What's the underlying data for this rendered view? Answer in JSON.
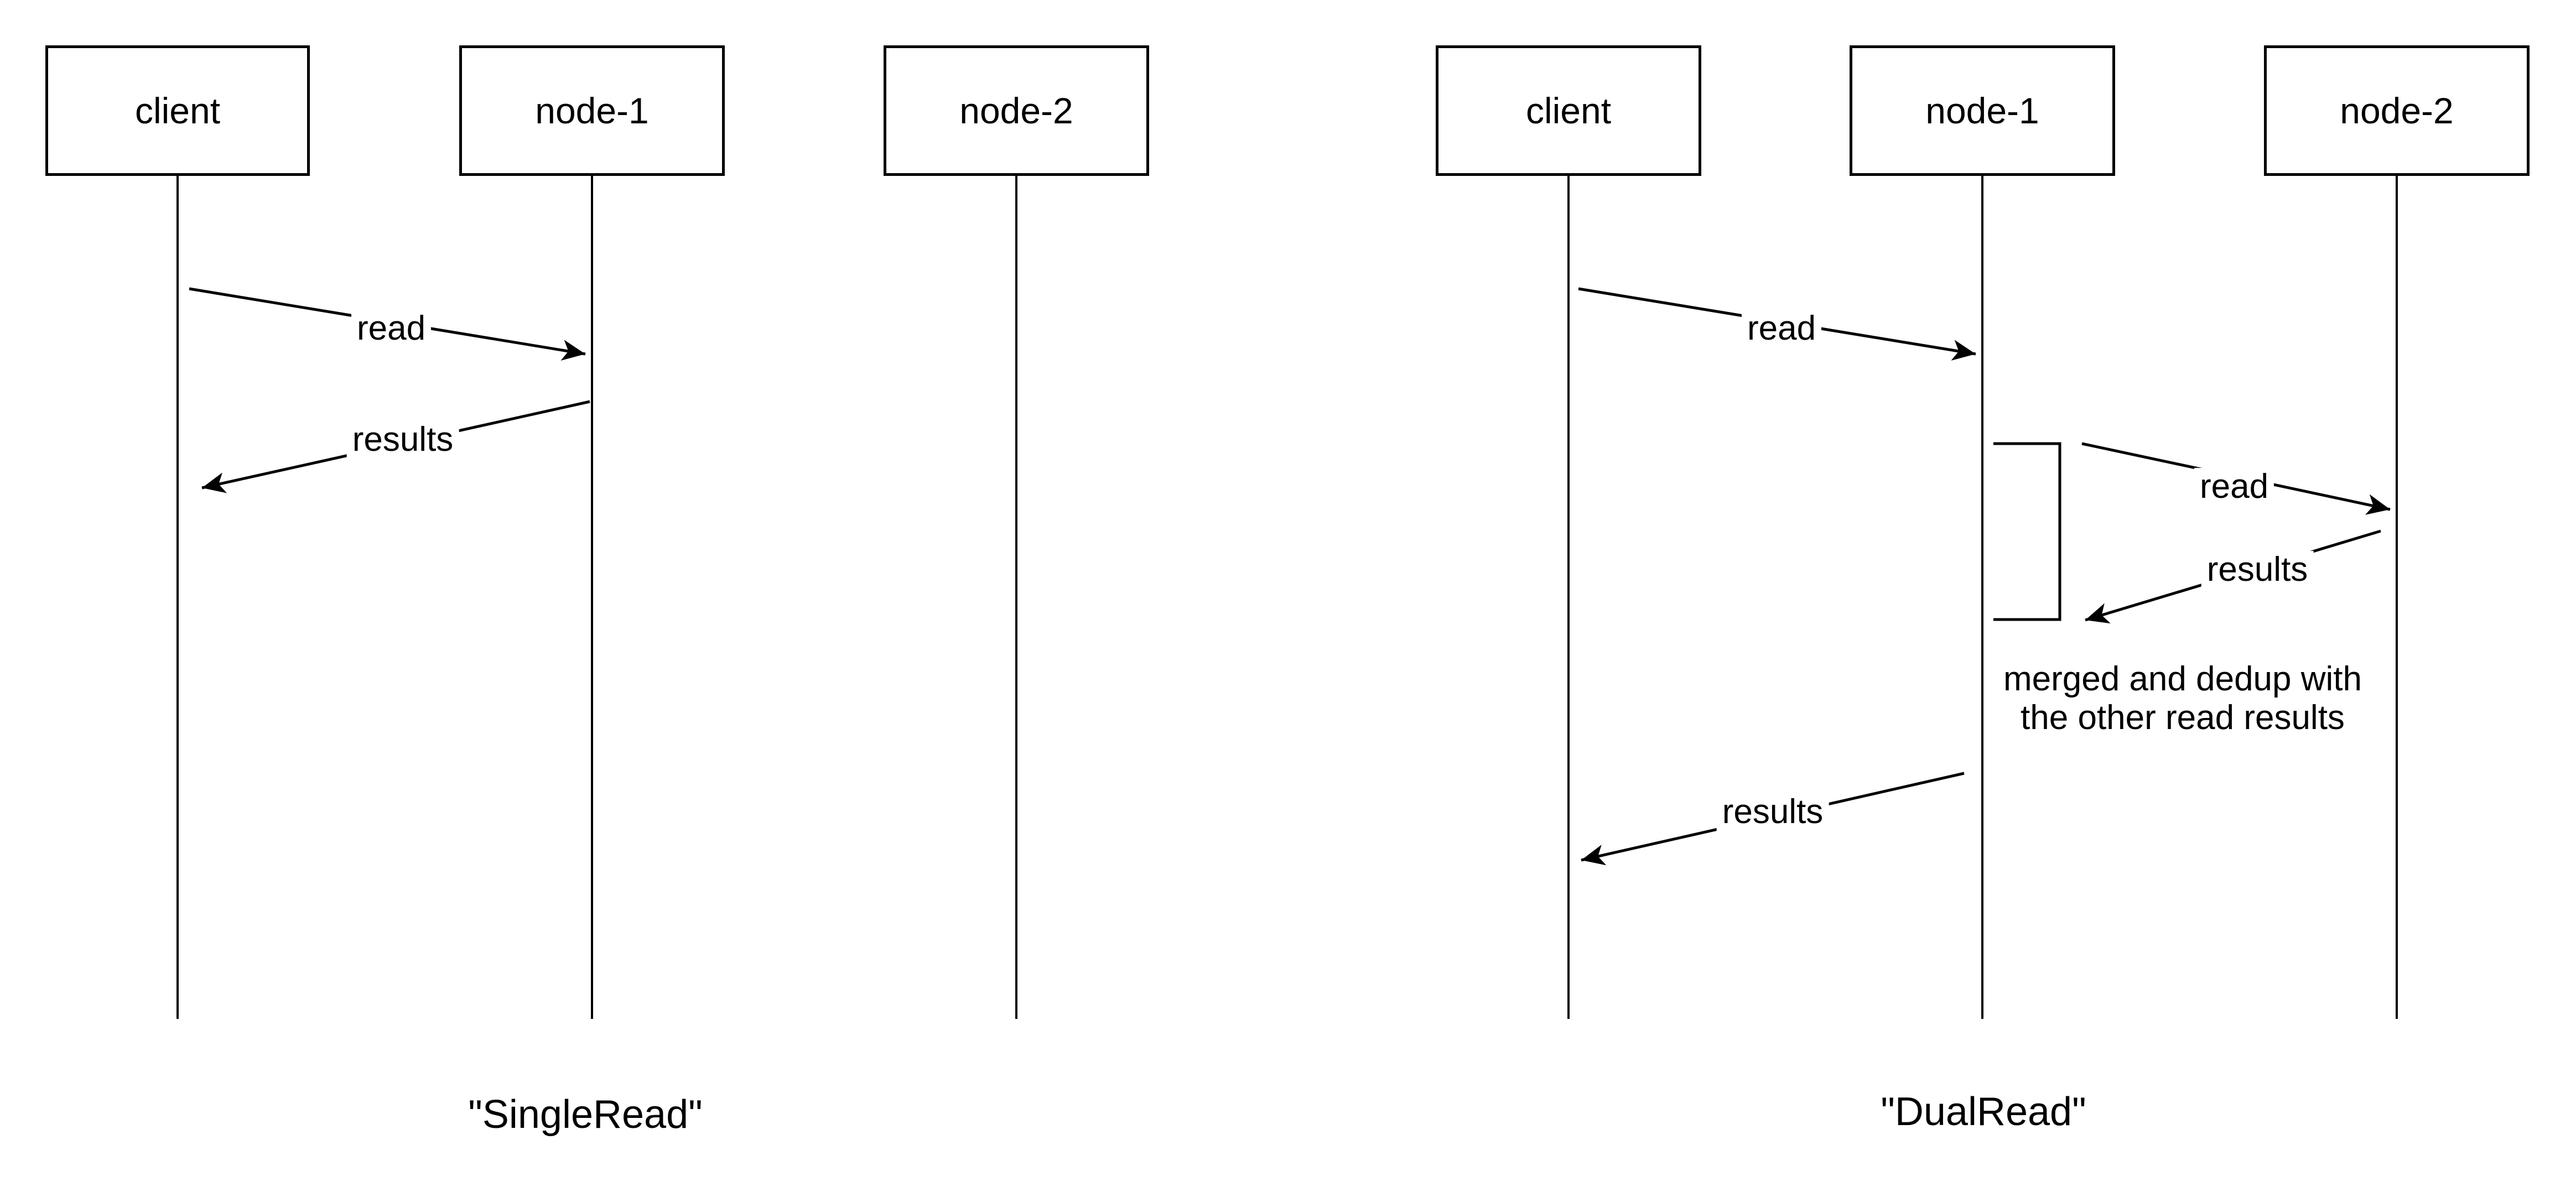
{
  "colors": {
    "background": "#ffffff",
    "stroke": "#000000",
    "text": "#000000"
  },
  "diagrams": [
    {
      "id": "single-read",
      "caption": "\"SingleRead\"",
      "actors": [
        {
          "label": "client"
        },
        {
          "label": "node-1"
        },
        {
          "label": "node-2"
        }
      ],
      "messages": [
        {
          "from": "client",
          "to": "node-1",
          "label": "read"
        },
        {
          "from": "node-1",
          "to": "client",
          "label": "results"
        }
      ]
    },
    {
      "id": "dual-read",
      "caption": "\"DualRead\"",
      "actors": [
        {
          "label": "client"
        },
        {
          "label": "node-1"
        },
        {
          "label": "node-2"
        }
      ],
      "messages": [
        {
          "from": "client",
          "to": "node-1",
          "label": "read"
        },
        {
          "from": "node-1",
          "to": "node-2",
          "label": "read"
        },
        {
          "from": "node-2",
          "to": "node-1",
          "label": "results"
        },
        {
          "from": "node-1",
          "to": "client",
          "label": "results"
        }
      ],
      "note": {
        "line1": "merged and dedup with",
        "line2": "the other read results"
      }
    }
  ]
}
